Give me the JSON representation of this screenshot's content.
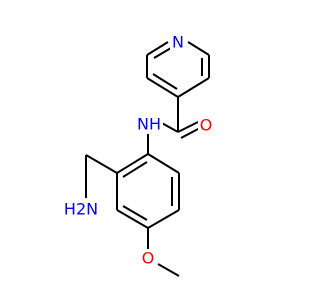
{
  "molecule": {
    "labels": {
      "pyridine_nitrogen": {
        "text": "N",
        "color": "#0000ff"
      },
      "amide_nitrogen": {
        "text": "NH",
        "color": "#0000ff"
      },
      "carbonyl_oxygen": {
        "text": "O",
        "color": "#ff0000"
      },
      "amino_group": {
        "text": "H2N",
        "color": "#0000ff"
      },
      "ether_oxygen": {
        "text": "O",
        "color": "#ff0000"
      }
    }
  }
}
